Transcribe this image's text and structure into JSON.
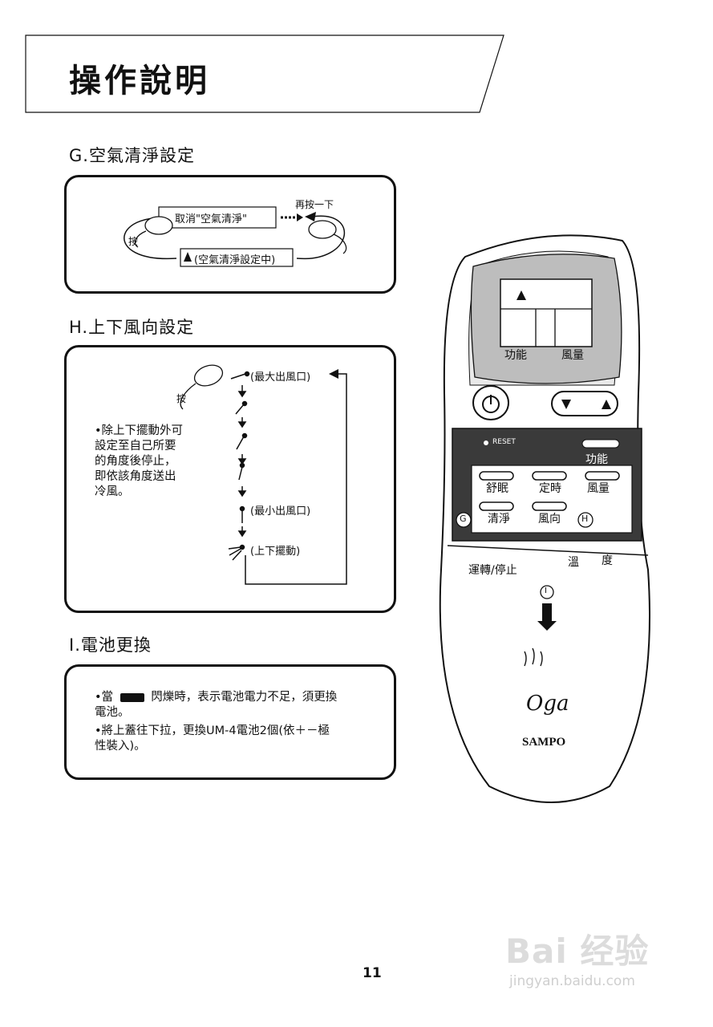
{
  "header": {
    "title": "操作說明"
  },
  "section_g": {
    "title": "G.空氣清淨設定",
    "cancel_label": "取消\"空氣清淨\"",
    "press_again": "再按一下",
    "press": "按",
    "setting_label": "(空氣清淨設定中)"
  },
  "section_h": {
    "title": "H.上下風向設定",
    "press": "按",
    "max_outlet": "(最大出風口)",
    "min_outlet": "(最小出風口)",
    "swing": "(上下擺動)",
    "note_lines": [
      "•除上下擺動外可",
      "設定至自己所要",
      "的角度後停止，",
      "即依該角度送出",
      "冷風。"
    ]
  },
  "section_i": {
    "title": "I.電池更換",
    "line1": "•當",
    "line1b": "閃爍時，表示電池電力不足，須更換",
    "line2": "電池。",
    "line3": "•將上蓋往下拉，更換UM-4電池2個(依＋－極",
    "line4": "性裝入)。"
  },
  "remote": {
    "display_func": "功能",
    "display_fan": "風量",
    "reset": "RESET",
    "func_btn": "功能",
    "sleep": "舒眠",
    "timer": "定時",
    "fan": "風量",
    "clean": "清淨",
    "direction": "風向",
    "marker_g": "G",
    "marker_h": "H",
    "marker_i": "I",
    "run_stop": "運轉/停止",
    "temp1": "溫",
    "temp2": "度",
    "logo_oga": "Oga",
    "brand": "SAMPO"
  },
  "page_number": "11",
  "watermark": {
    "brand": "Bai 经验",
    "url": "jingyan.baidu.com"
  }
}
